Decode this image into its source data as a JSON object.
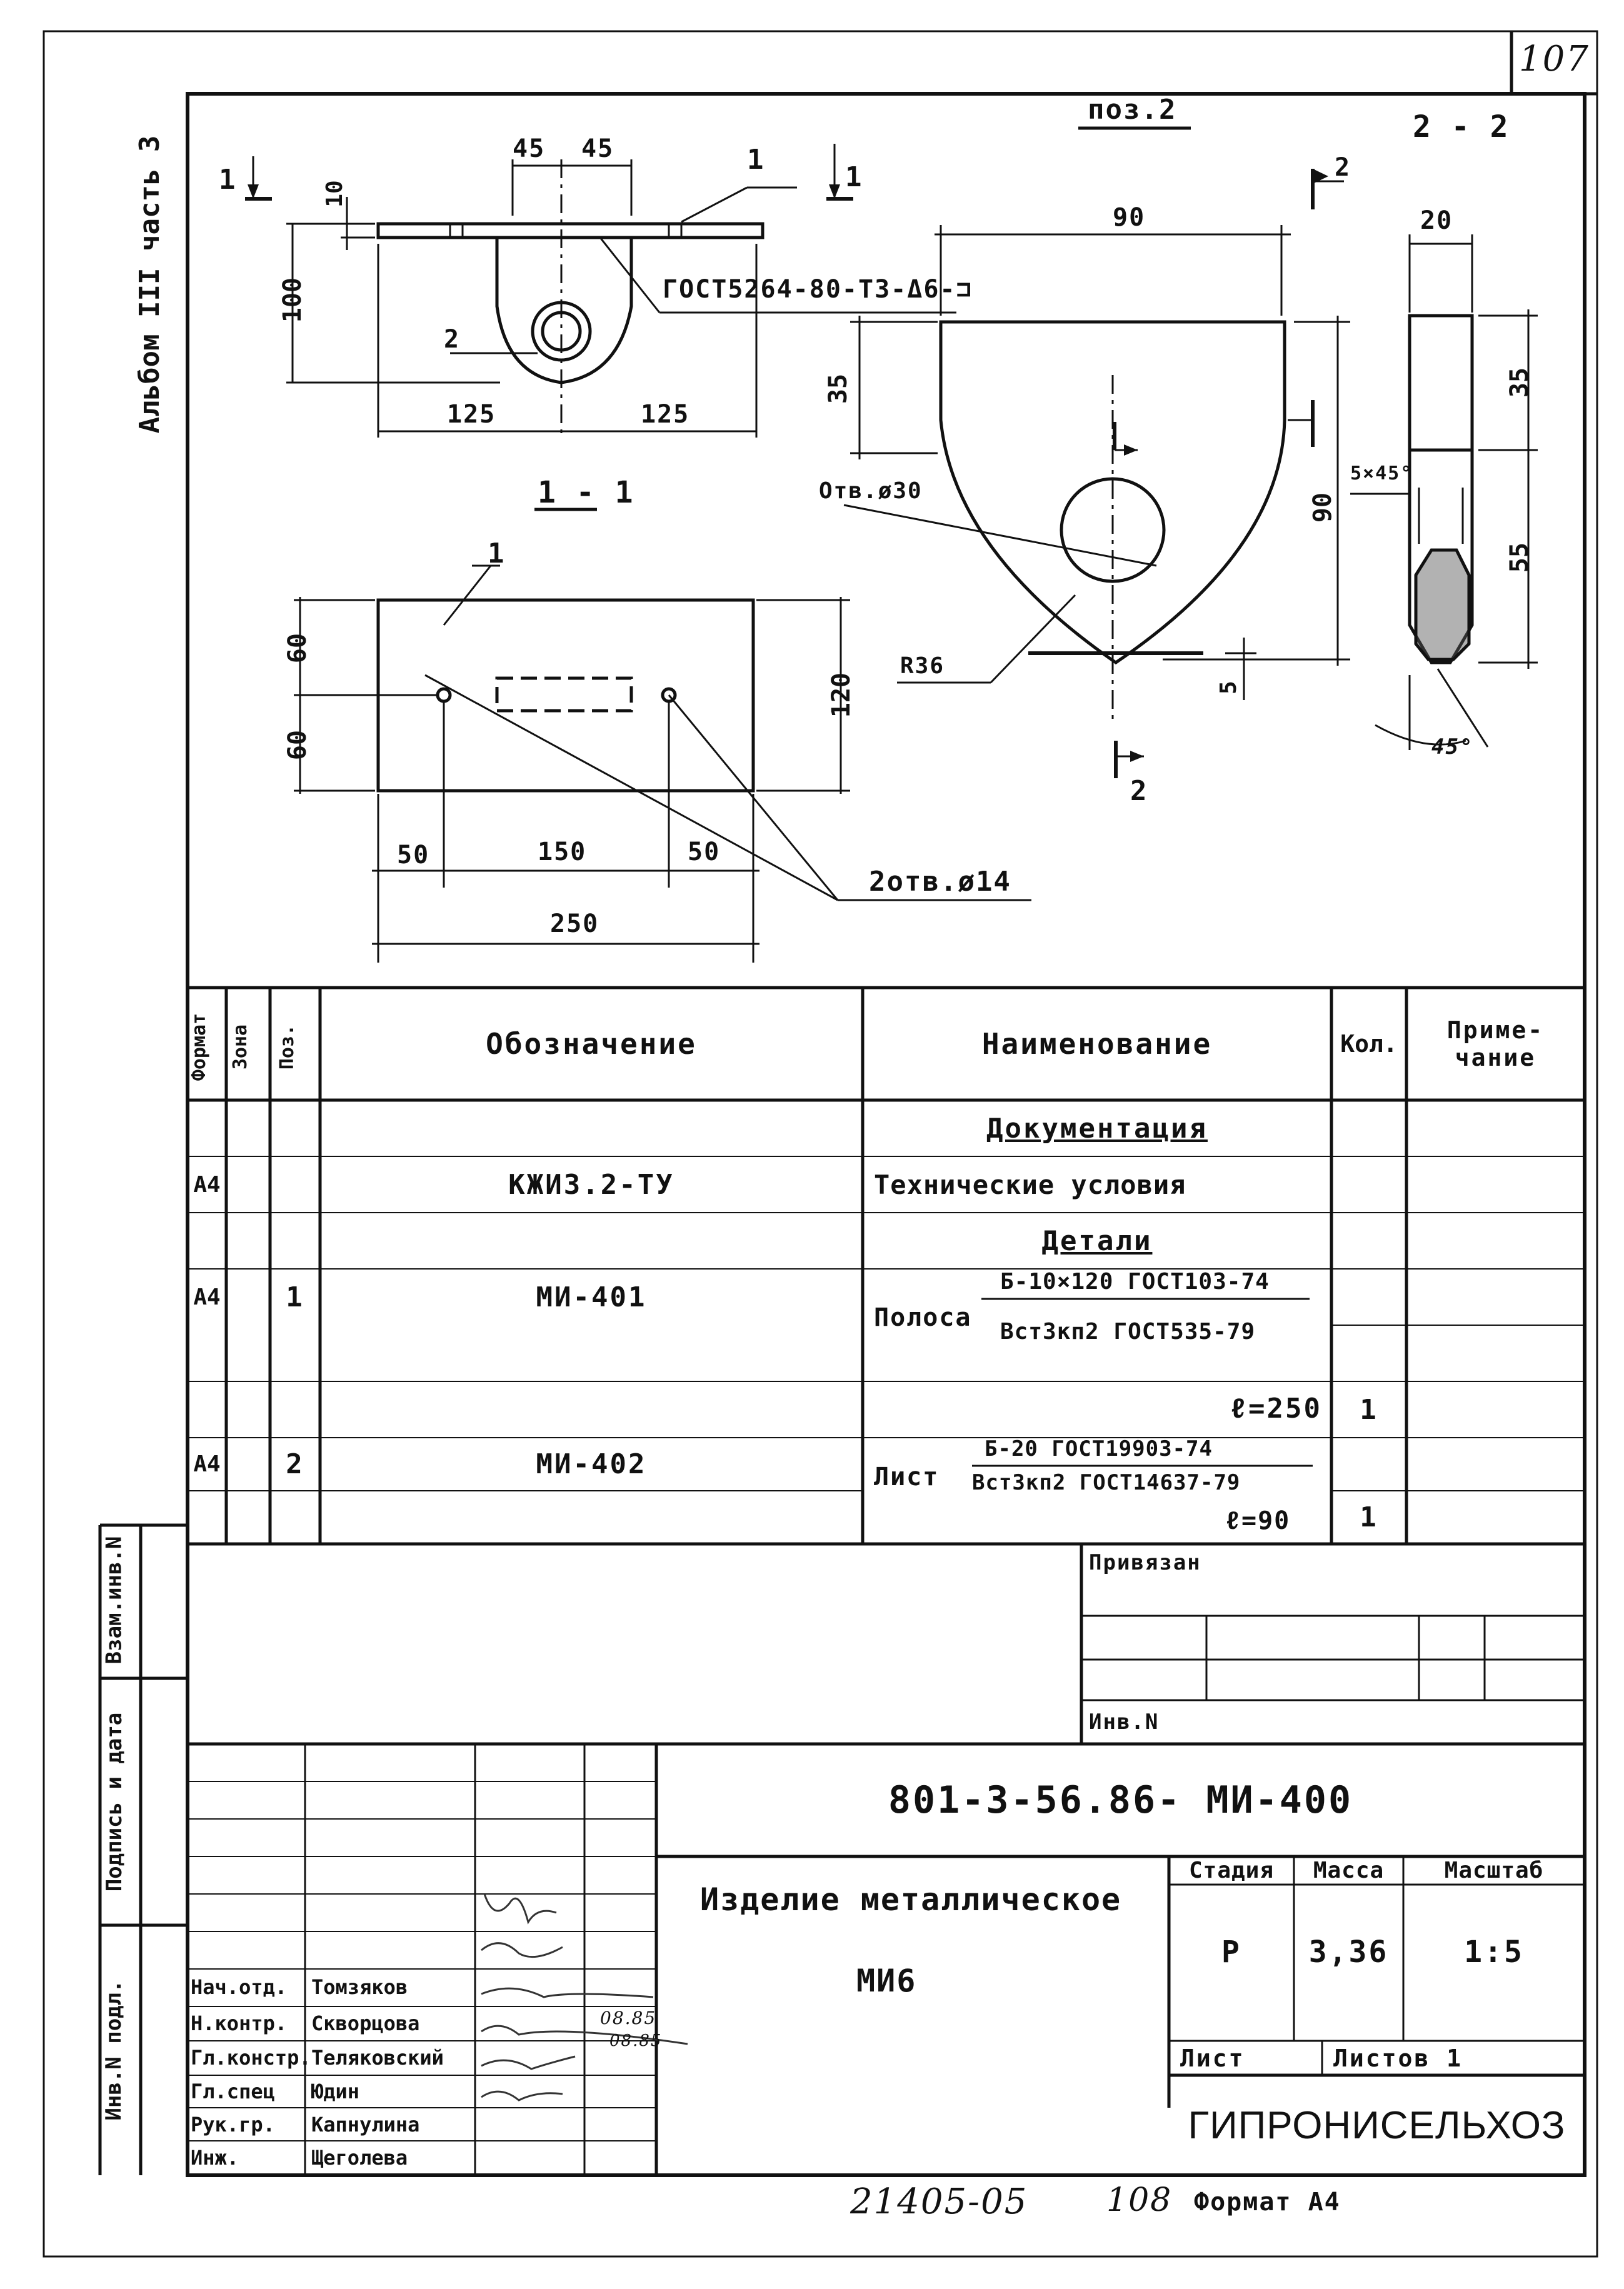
{
  "page": {
    "number": "107",
    "album_side_label": "Альбом III часть 3"
  },
  "drawing": {
    "pos2_label": "поз.2",
    "section_22_label": "2 - 2",
    "section_11_label": "1 - 1",
    "cut_mark_1": "1",
    "cut_mark_2": "2",
    "top_dims": {
      "d45a": "45",
      "d45b": "45",
      "d10": "10",
      "d100": "100",
      "d125a": "125",
      "d125b": "125",
      "pos1": "1",
      "pos2": "2"
    },
    "weld_note": "ГОСТ5264-80-Т3-Δ6-⊐",
    "plan_dims": {
      "d60a": "60",
      "d60b": "60",
      "d120": "120",
      "d50a": "50",
      "d150": "150",
      "d50b": "50",
      "d250": "250",
      "pos1": "1"
    },
    "holes_note": "2отв.ø14",
    "detail_dims": {
      "d90": "90",
      "d35": "35",
      "hole": "Отв.ø30",
      "d90v": "90",
      "r36": "R36",
      "d5": "5"
    },
    "side_dims": {
      "d20": "20",
      "d35": "35",
      "chamfer": "5×45°",
      "d55": "55",
      "a45": "45°"
    }
  },
  "spec": {
    "headers": {
      "format": "Формат",
      "zone": "Зона",
      "pos": "Поз.",
      "designation": "Обозначение",
      "name": "Наименование",
      "qty": "Кол.",
      "note": "Приме-\nчание"
    },
    "rows": [
      {
        "format": "",
        "pos": "",
        "designation": "",
        "name": "Документация",
        "qty": ""
      },
      {
        "format": "А4",
        "pos": "",
        "designation": "КЖИ3.2-ТУ",
        "name": "Технические условия",
        "qty": ""
      },
      {
        "format": "",
        "pos": "",
        "designation": "",
        "name": "Детали",
        "qty": ""
      },
      {
        "format": "А4",
        "pos": "1",
        "designation": "МИ-401",
        "name": "Полоса",
        "qty": ""
      },
      {
        "format": "",
        "pos": "",
        "designation": "",
        "name": "ℓ=250",
        "qty": "1"
      },
      {
        "format": "А4",
        "pos": "2",
        "designation": "МИ-402",
        "name": "Лист",
        "qty": ""
      },
      {
        "format": "",
        "pos": "",
        "designation": "",
        "name": "ℓ=90",
        "qty": "1"
      }
    ],
    "polosa_top": "Б-10×120 ГОСТ103-74",
    "polosa_bottom": "Вст3кп2 ГОСТ535-79",
    "list_top": "Б-20 ГОСТ19903-74",
    "list_bottom": "Вст3кп2 ГОСТ14637-79"
  },
  "binding": {
    "privyazan": "Привязан",
    "inv_n": "Инв.N"
  },
  "side_stamp": {
    "vzam_inv": "Взам.инв.N",
    "podpis_data": "Подпись и дата",
    "inv_podl": "Инв.N подл."
  },
  "title_block": {
    "doc_code": "801-3-56.86- МИ-400",
    "product_name_1": "Изделие металлическое",
    "product_name_2": "МИ6",
    "stage_label": "Стадия",
    "mass_label": "Масса",
    "scale_label": "Масштаб",
    "stage": "Р",
    "mass": "3,36",
    "scale": "1:5",
    "sheet_label": "Лист",
    "sheets_label": "Листов 1",
    "org": "ГИПРОНИСЕЛЬХОЗ",
    "signatures": [
      {
        "role": "Нач.отд.",
        "name": "Томзяков",
        "date": ""
      },
      {
        "role": "Н.контр.",
        "name": "Скворцова",
        "date": "08.85"
      },
      {
        "role": "Гл.констр.",
        "name": "Теляковский",
        "date": "08.85"
      },
      {
        "role": "Гл.спец",
        "name": "Юдин",
        "date": ""
      },
      {
        "role": "Рук.гр.",
        "name": "Капнулина",
        "date": ""
      },
      {
        "role": "Инж.",
        "name": "Щеголева",
        "date": ""
      }
    ]
  },
  "footer": {
    "archive": "21405-05",
    "page2": "108",
    "format": "Формат А4"
  }
}
